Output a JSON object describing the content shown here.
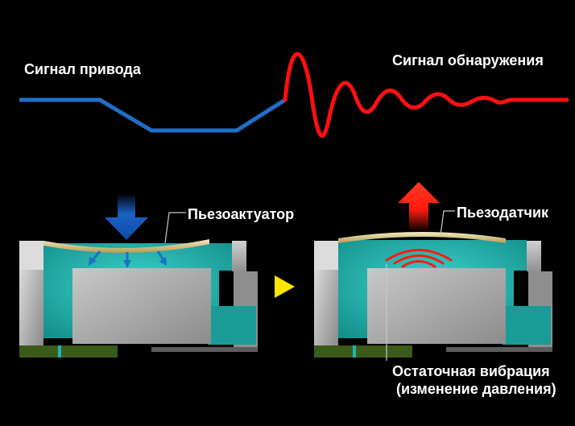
{
  "labels": {
    "drive_signal": "Сигнал привода",
    "detect_signal": "Сигнал обнаружения",
    "piezo_actuator": "Пьезоактуатор",
    "piezo_sensor": "Пьезодатчик",
    "residual_vibration_line1": "Остаточная вибрация",
    "residual_vibration_line2": "(изменение давления)"
  },
  "colors": {
    "drive_signal": "#1f6fc8",
    "detect_signal": "#ff1010",
    "ink_chamber": "#1fb5b0",
    "piezo_plate": "#d8c98c",
    "arrow_down": "#1a62c4",
    "arrow_up": "#ff1a10",
    "step_arrow": "#ffe600",
    "substrate": "#3a5a1a"
  },
  "icons": {
    "down_arrow": "push-down-arrow-icon",
    "up_arrow": "rise-up-arrow-icon",
    "step_arrow": "play-triangle-icon",
    "vibration_waves": "vibration-waves-icon"
  }
}
